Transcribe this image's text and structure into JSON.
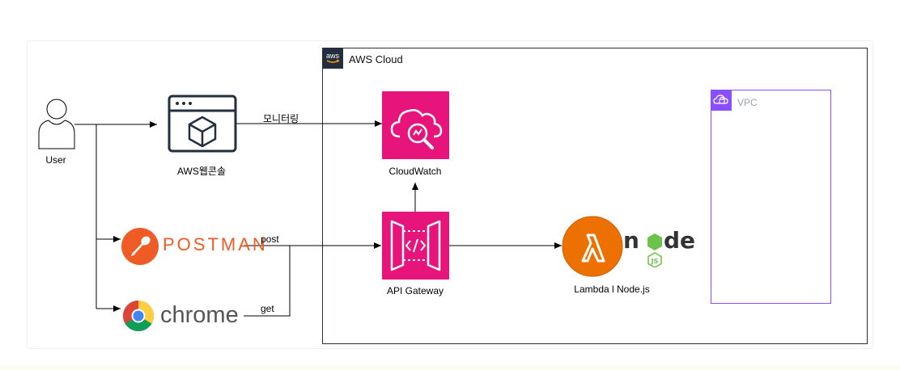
{
  "nodes": {
    "user": "User",
    "aws_console": "AWS웹콘솔",
    "postman": "POSTMAN",
    "chrome": "chrome",
    "cloudwatch": "CloudWatch",
    "api_gateway": "API Gateway",
    "lambda_node": "Lambda l Node.js",
    "node_text_n": "n",
    "node_text_de": "de",
    "node_badge": "JS"
  },
  "groups": {
    "aws_cloud": "AWS Cloud",
    "aws_logo": "aws",
    "vpc": "VPC"
  },
  "edges": {
    "monitoring": "모니터링",
    "post": "post",
    "get": "get"
  },
  "colors": {
    "aws_pink": "#e7157b",
    "lambda_orange": "#ed7100",
    "vpc_purple": "#8c4fff",
    "aws_dark": "#232f3e",
    "postman_orange": "#ef5b25",
    "node_green": "#6cc24a"
  },
  "icons": [
    "user-icon",
    "browser-window-icon",
    "postman-logo-icon",
    "chrome-logo-icon",
    "cloudwatch-icon",
    "api-gateway-icon",
    "lambda-icon",
    "nodejs-logo-icon",
    "aws-logo-icon",
    "vpc-icon"
  ]
}
